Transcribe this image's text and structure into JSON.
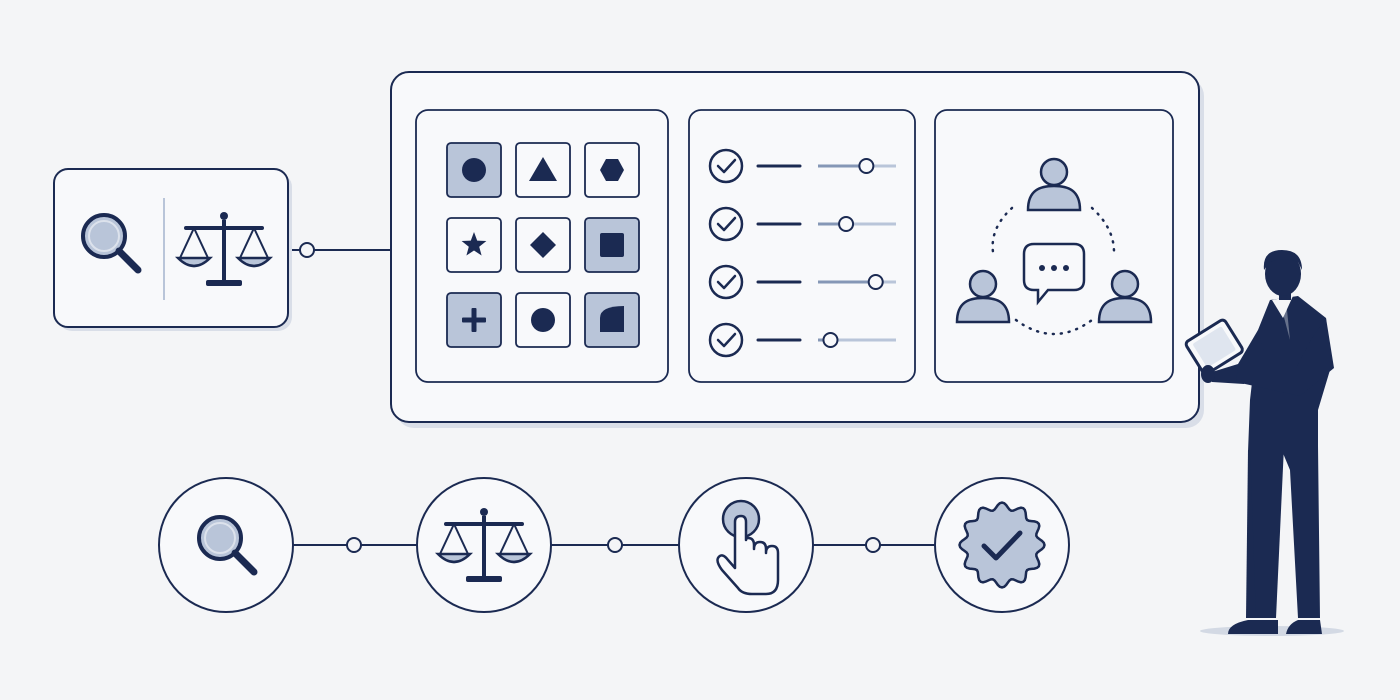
{
  "colors": {
    "background": "#f4f5f7",
    "navy": "#1b2a52",
    "accent_fill": "#b9c5d9",
    "panel_fill": "#f8f9fb",
    "shadow": "#d9dee8"
  },
  "left_card": {
    "icons": [
      "magnifier-icon",
      "balance-scale-icon"
    ]
  },
  "main_board": {
    "shape_grid": {
      "cells": [
        {
          "shape": "circle",
          "highlighted": true
        },
        {
          "shape": "triangle",
          "highlighted": false
        },
        {
          "shape": "hexagon",
          "highlighted": false
        },
        {
          "shape": "star",
          "highlighted": false
        },
        {
          "shape": "diamond",
          "highlighted": false
        },
        {
          "shape": "square",
          "highlighted": true
        },
        {
          "shape": "plus",
          "highlighted": true
        },
        {
          "shape": "circle",
          "highlighted": false
        },
        {
          "shape": "quarter-shape",
          "highlighted": true
        }
      ]
    },
    "checklist": {
      "rows": [
        {
          "checked": true,
          "slider_level": 0.62
        },
        {
          "checked": true,
          "slider_level": 0.36
        },
        {
          "checked": true,
          "slider_level": 0.74
        },
        {
          "checked": true,
          "slider_level": 0.16
        }
      ]
    },
    "collaboration": {
      "icons": [
        "person-icon",
        "person-icon",
        "person-icon",
        "chat-bubble-icon"
      ]
    }
  },
  "process_steps": [
    {
      "icon": "magnifier-icon"
    },
    {
      "icon": "balance-scale-icon"
    },
    {
      "icon": "pointer-hand-icon"
    },
    {
      "icon": "verified-badge-icon"
    }
  ],
  "figure": {
    "icon": "person-with-tablet-icon"
  }
}
